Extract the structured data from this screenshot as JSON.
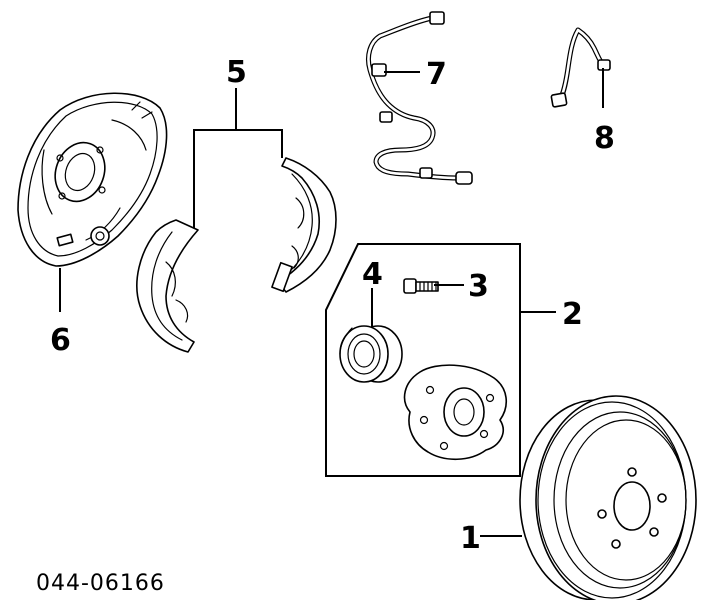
{
  "callouts": {
    "c1": "1",
    "c2": "2",
    "c3": "3",
    "c4": "4",
    "c5": "5",
    "c6": "6",
    "c7": "7",
    "c8": "8"
  },
  "diagram_code": "044-06166"
}
